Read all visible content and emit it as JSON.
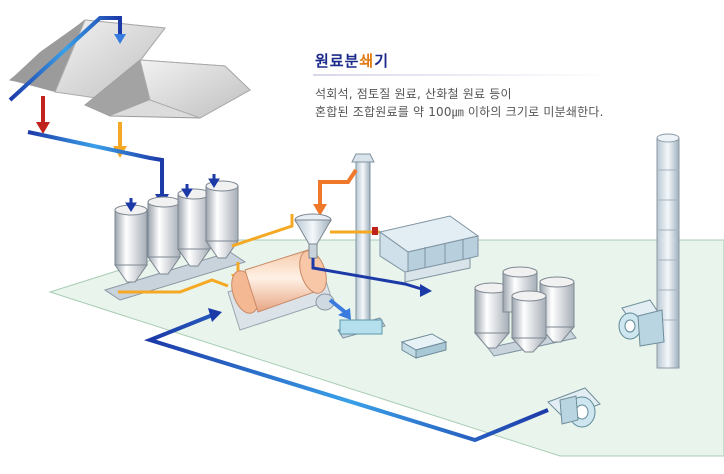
{
  "title": {
    "prefix": "원료분",
    "highlight": "쇄",
    "suffix": "기"
  },
  "description": {
    "line1": "석회석, 점토질 원료, 산화철 원료 등이",
    "line2": "혼합된 조합원료를 약 100㎛ 이하의 크기로 미분쇄한다."
  },
  "colors": {
    "floor": "#e9f4ec",
    "flow_blue": "#1c39a8",
    "flow_light": "#7fd2ff",
    "flow_orange": "#f5a823",
    "flow_red": "#c0231d",
    "title_blue": "#1b2a8a",
    "title_orange": "#e07a10"
  }
}
